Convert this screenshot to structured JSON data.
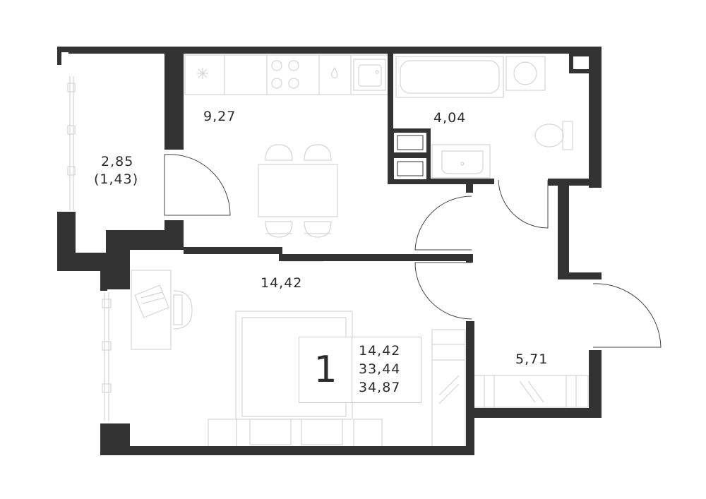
{
  "rooms": {
    "balcony_area": "2,85",
    "balcony_reduced_area": "(1,43)",
    "kitchen_area": "9,27",
    "bathroom_area": "4,04",
    "living_area": "14,42",
    "hall_area": "5,71"
  },
  "summary": {
    "room_count": "1",
    "living_area": "14,42",
    "total_area": "33,44",
    "total_with_balcony": "34,87"
  },
  "colors": {
    "wall": "#333333",
    "furniture": "#d6d6d6"
  }
}
